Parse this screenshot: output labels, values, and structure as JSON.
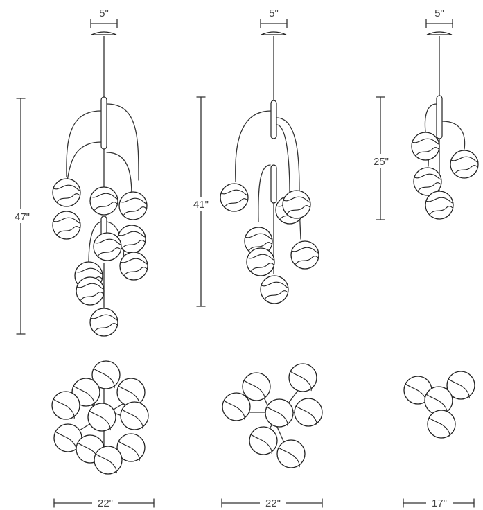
{
  "dimensions": {
    "large": {
      "canopy_width": "5\"",
      "height": "47\"",
      "diameter": "22\""
    },
    "medium": {
      "canopy_width": "5\"",
      "height": "41\"",
      "diameter": "22\""
    },
    "small": {
      "canopy_width": "5\"",
      "height": "25\"",
      "diameter": "17\""
    }
  }
}
